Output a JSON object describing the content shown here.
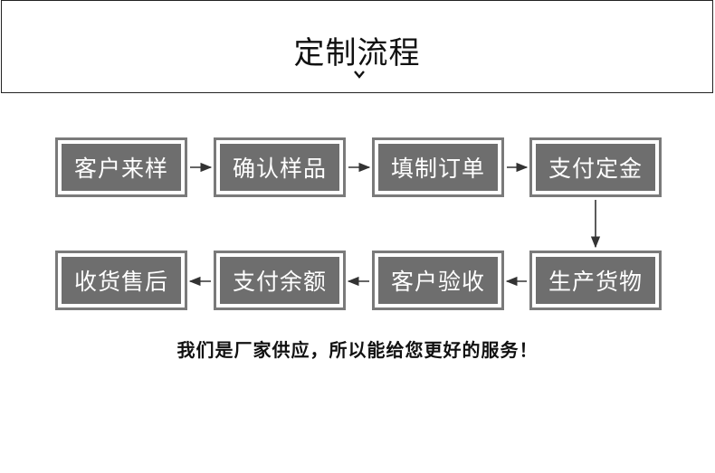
{
  "header": {
    "title": "定制流程",
    "chevron_icon": "chevron-down-icon"
  },
  "steps": [
    {
      "label": "客户来样"
    },
    {
      "label": "确认样品"
    },
    {
      "label": "填制订单"
    },
    {
      "label": "支付定金"
    },
    {
      "label": "生产货物"
    },
    {
      "label": "客户验收"
    },
    {
      "label": "支付余额"
    },
    {
      "label": "收货售后"
    }
  ],
  "tagline": "我们是厂家供应，所以能给您更好的服务！",
  "colors": {
    "box_fill": "#6e6e6e",
    "box_border": "#7a7a7a",
    "arrow": "#333333"
  }
}
